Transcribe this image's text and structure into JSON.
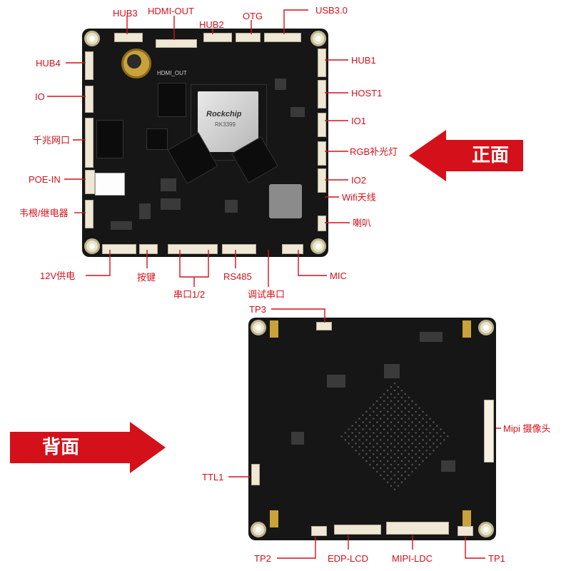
{
  "front": {
    "title": "正面",
    "chip_brand": "Rockchip",
    "chip_model": "RK3399",
    "silk_hdmi": "HDMI_OUT",
    "labels": {
      "hub3": "HUB3",
      "hdmi_out": "HDMI-OUT",
      "hub2": "HUB2",
      "otg": "OTG",
      "usb30": "USB3.0",
      "hub4": "HUB4",
      "hub1": "HUB1",
      "io": "IO",
      "host1": "HOST1",
      "io1": "IO1",
      "gigabit": "千兆网口",
      "rgb": "RGB补光灯",
      "poe": "POE-IN",
      "io2": "IO2",
      "wifi": "Wifi天线",
      "wiegand": "韦根/继电器",
      "speaker": "喇叭",
      "power12v": "12V供电",
      "button": "按键",
      "serial12": "串口1/2",
      "rs485": "RS485",
      "debug": "调试串口",
      "mic": "MIC"
    }
  },
  "back": {
    "title": "背面",
    "labels": {
      "tp3": "TP3",
      "mipi_cam": "Mipi 摄像头",
      "ttl1": "TTL1",
      "tp2": "TP2",
      "edp": "EDP-LCD",
      "mipi_ldc": "MIPI-LDC",
      "tp1": "TP1"
    }
  },
  "colors": {
    "accent": "#d4111a",
    "board": "#161616",
    "connector": "#efe8d6"
  }
}
